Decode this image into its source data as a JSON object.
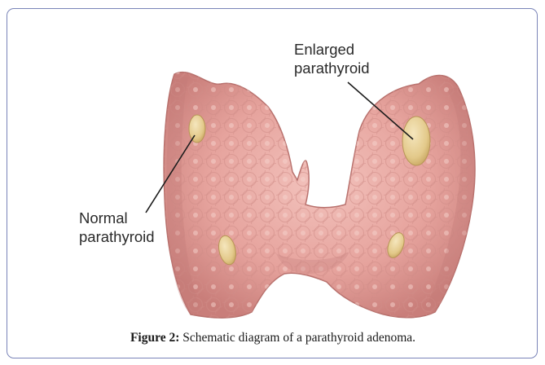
{
  "diagram": {
    "labels": {
      "enlarged_line1": "Enlarged",
      "enlarged_line2": "parathyroid",
      "normal_line1": "Normal",
      "normal_line2": "parathyroid"
    },
    "caption": {
      "prefix": "Figure 2:",
      "text": " Schematic diagram of a parathyroid adenoma."
    },
    "colors": {
      "frame_border": "#7a84b8",
      "thyroid_fill": "#e8a5a0",
      "thyroid_shadow": "#c77f7c",
      "gland_fill": "#e8d29a"
    }
  }
}
